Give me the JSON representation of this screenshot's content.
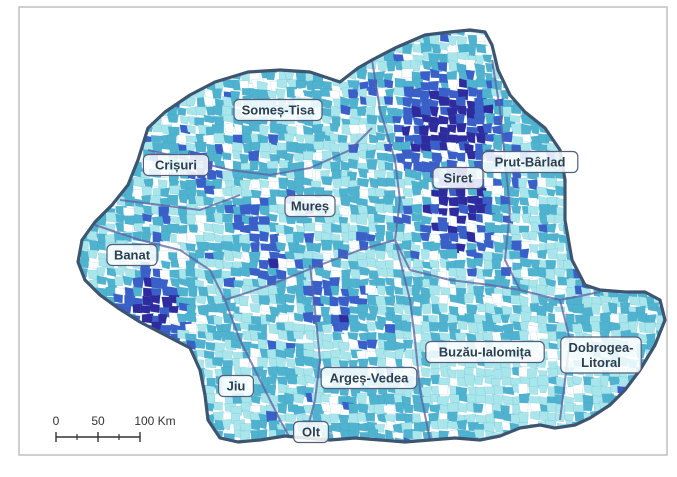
{
  "colors": {
    "frame_border": "#bfbfbf",
    "country_outline": "#3d5570",
    "basin_border": "#5e5ea0",
    "fill_light": "#a8e6ec",
    "fill_mid": "#4fb3d0",
    "fill_dark": "#3b5fc9",
    "fill_darkest": "#2f2a9e",
    "no_data": "#ffffff"
  },
  "basins": [
    {
      "id": "somes-tisa",
      "label": "Someș-Tisa"
    },
    {
      "id": "crisuri",
      "label": "Crișuri"
    },
    {
      "id": "mures",
      "label": "Mureș"
    },
    {
      "id": "banat",
      "label": "Banat"
    },
    {
      "id": "siret",
      "label": "Siret"
    },
    {
      "id": "prut-barlad",
      "label": "Prut-Bârlad"
    },
    {
      "id": "jiu",
      "label": "Jiu"
    },
    {
      "id": "olt",
      "label": "Olt"
    },
    {
      "id": "arges-vedea",
      "label": "Argeș-Vedea"
    },
    {
      "id": "buzau-ialomita",
      "label": "Buzău-Ialomița"
    },
    {
      "id": "dobrogea-litoral",
      "label": "Dobrogea-\nLitoral"
    }
  ],
  "scale_bar": {
    "ticks": [
      "0",
      "50",
      "100 Km"
    ]
  }
}
